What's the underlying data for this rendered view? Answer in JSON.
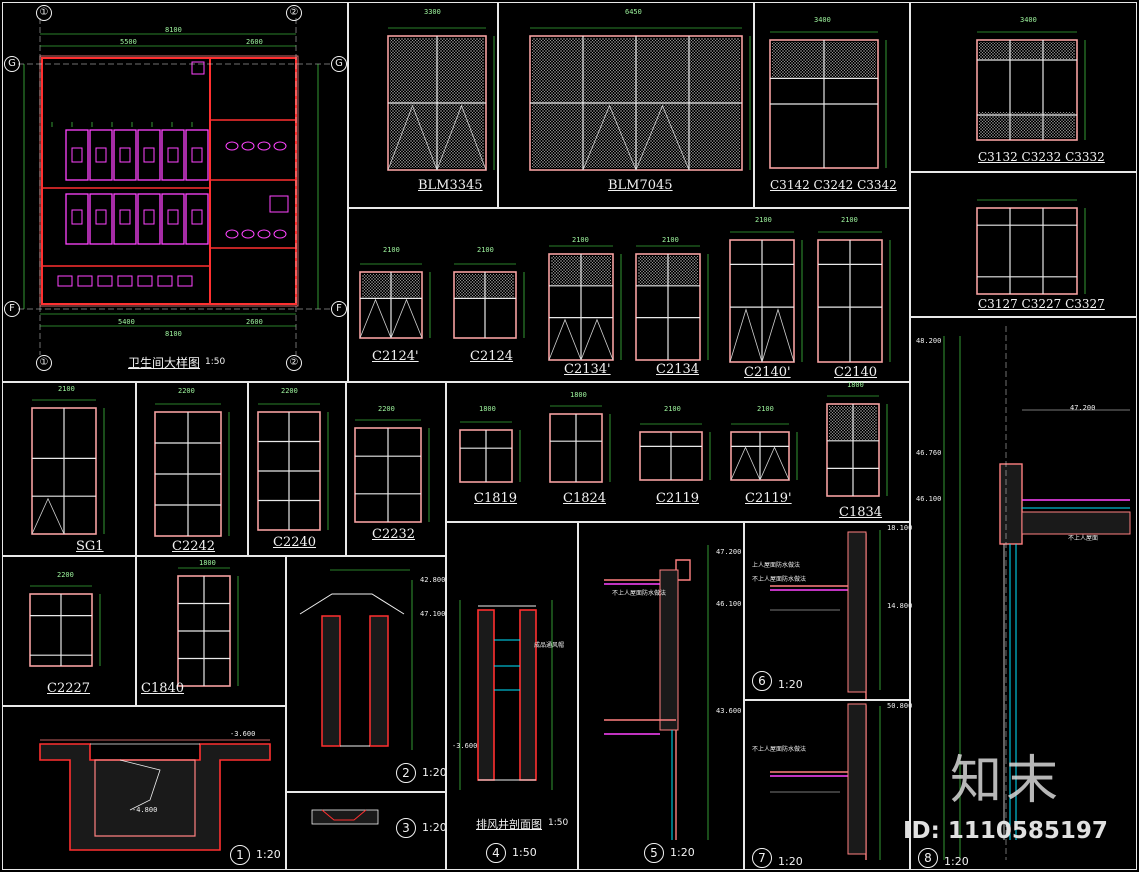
{
  "drawing": {
    "floor_plan_title": "卫生间大样图",
    "floor_plan_scale": "1:50",
    "plan_dims_top": [
      "8100",
      "5500",
      "2600"
    ],
    "plan_dims_bottom": [
      "5400",
      "8100",
      "2600"
    ],
    "plan_axes": [
      "①",
      "②",
      "G",
      "F"
    ],
    "window_labels": {
      "blm3345": "BLM3345",
      "blm7045": "BLM7045",
      "c3142": "C3142 C3242 C3342",
      "c3132": "C3132 C3232 C3332",
      "c3127": "C3127 C3227 C3327",
      "c2124p": "C2124'",
      "c2124": "C2124",
      "c2134p": "C2134'",
      "c2134": "C2134",
      "c2140p": "C2140'",
      "c2140": "C2140",
      "sg1": "SG1",
      "c2242": "C2242",
      "c2240": "C2240",
      "c2232": "C2232",
      "c1819": "C1819",
      "c1824": "C1824",
      "c2119": "C2119",
      "c2119p": "C2119'",
      "c1834": "C1834",
      "c2227": "C2227",
      "c1840": "C1840"
    },
    "window_widths": {
      "blm3345": "3300",
      "blm7045": "6450",
      "c3142": "3400",
      "c3132": "3400",
      "c2124p": "2100",
      "c2124": "2100",
      "c2134p": "2100",
      "c2134": "2100",
      "c2140p": "2100",
      "c2140": "2100",
      "sg1": "2100",
      "c2242": "2200",
      "c2240": "2200",
      "c2232": "2200",
      "c1819": "1800",
      "c1824": "1800",
      "c2119": "2100",
      "c2119p": "2100",
      "c1834": "1800",
      "c2227": "2200",
      "c1840": "1800"
    },
    "section_titles": {
      "shaft": "排风井剖面图",
      "shaft_scale": "1:50"
    },
    "details": [
      {
        "num": "1",
        "scale": "1:20"
      },
      {
        "num": "2",
        "scale": "1:20"
      },
      {
        "num": "3",
        "scale": "1:20"
      },
      {
        "num": "4",
        "scale": "1:50"
      },
      {
        "num": "5",
        "scale": "1:20"
      },
      {
        "num": "6",
        "scale": "1:20"
      },
      {
        "num": "7",
        "scale": "1:20"
      },
      {
        "num": "8",
        "scale": "1:20"
      }
    ],
    "elevations": {
      "e47200": "47.200",
      "e46100": "46.100",
      "e43600": "43.600",
      "e50800": "50.800",
      "e48200": "48.200",
      "e46760": "46.760",
      "e18100": "18.100",
      "e14800": "14.800",
      "e3600": "-3.600",
      "e4800": "-4.800",
      "e47100": "47.100",
      "e42800": "42.800"
    },
    "notes": {
      "n1": "不上人屋面防水做法",
      "n2": "上人屋面防水做法",
      "n3": "成品通风帽",
      "n4": "不上人屋面"
    }
  },
  "watermark": {
    "logo": "知末",
    "id": "ID: 1110585197"
  },
  "colors": {
    "frame": "#f5a0a0",
    "glass": "#e8e8e8",
    "dimension": "#55ff55",
    "wall": "#ff44ff",
    "red": "#ff3030",
    "cyan": "#00e5ff",
    "yellow": "#ffff40"
  }
}
